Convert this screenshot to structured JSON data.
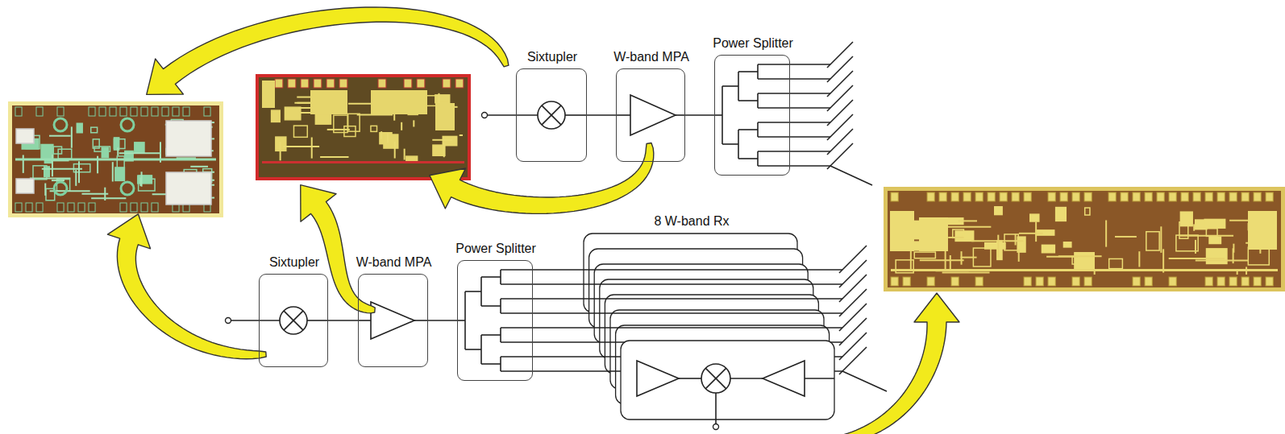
{
  "diagram": {
    "nodes": [
      {
        "text": [
          "Sixtupler"
        ]
      },
      {
        "text": [
          "W-band MPA"
        ]
      },
      {
        "text": [
          "Power Splitter"
        ]
      },
      {
        "text": [
          "Sixtupler"
        ]
      },
      {
        "text": [
          "W-band MPA"
        ]
      },
      {
        "text": [
          "Power Splitter"
        ]
      },
      {
        "text": [
          "8 W-band Rx"
        ]
      }
    ],
    "edges": [
      {
        "from": 0,
        "to": 1,
        "arrow": "none"
      },
      {
        "from": 1,
        "to": 2,
        "arrow": "none"
      },
      {
        "from": 3,
        "to": 4,
        "arrow": "none"
      },
      {
        "from": 4,
        "to": 5,
        "arrow": "none"
      },
      {
        "from": 5,
        "to": 6,
        "arrow": "none"
      }
    ]
  }
}
